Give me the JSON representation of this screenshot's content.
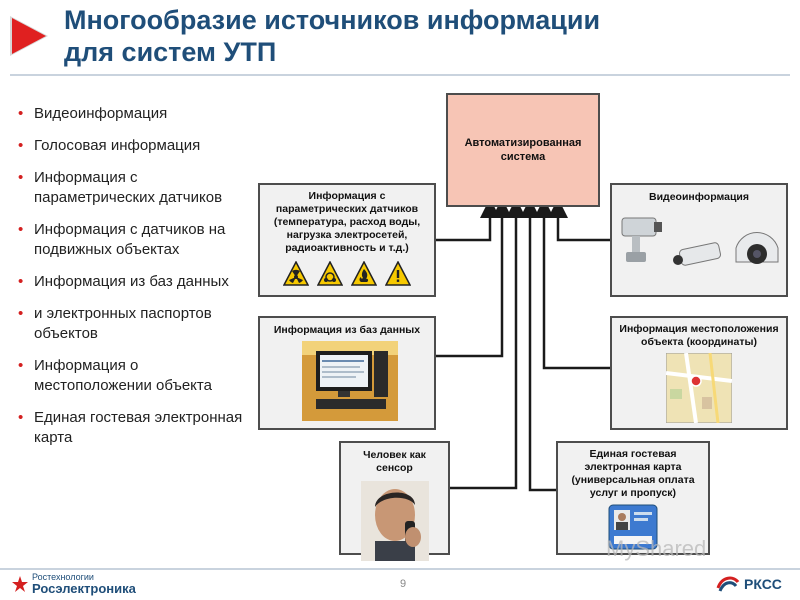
{
  "title": {
    "line1": "Многообразие источников информации",
    "line2": "для систем УТП"
  },
  "bullets": [
    "Видеоинформация",
    "Голосовая информация",
    "Информация с параметрических датчиков",
    "Информация с датчиков на подвижных объектах",
    "Информация из баз данных",
    "и электронных паспортов объектов",
    "Информация о местоположении объекта",
    "Единая гостевая электронная карта"
  ],
  "diagram": {
    "center": "Автоматизированная система",
    "sensors_box": {
      "title": "Информация с параметрических датчиков (температура, расход воды, нагрузка электросетей, радиоактивность и т.д.)"
    },
    "video_box": {
      "title": "Видеоинформация"
    },
    "db_box": {
      "title": "Информация из баз данных"
    },
    "location_box": {
      "title": "Информация местоположения объекта (координаты)"
    },
    "human_box": {
      "title": "Человек как сенсор"
    },
    "card_box": {
      "title": "Единая гостевая электронная карта (универсальная оплата услуг и пропуск)"
    }
  },
  "footer": {
    "logo_left_line1": "Ростехнологии",
    "logo_left_line2": "Росэлектроника",
    "page_number": "9",
    "logo_right": "РКСС",
    "watermark": "MyShared"
  },
  "colors": {
    "title": "#1f4e79",
    "accent": "#e02020",
    "center_box": "#f7c5b5",
    "box_fill": "#f1f1f1",
    "line": "#1a1a1a"
  }
}
